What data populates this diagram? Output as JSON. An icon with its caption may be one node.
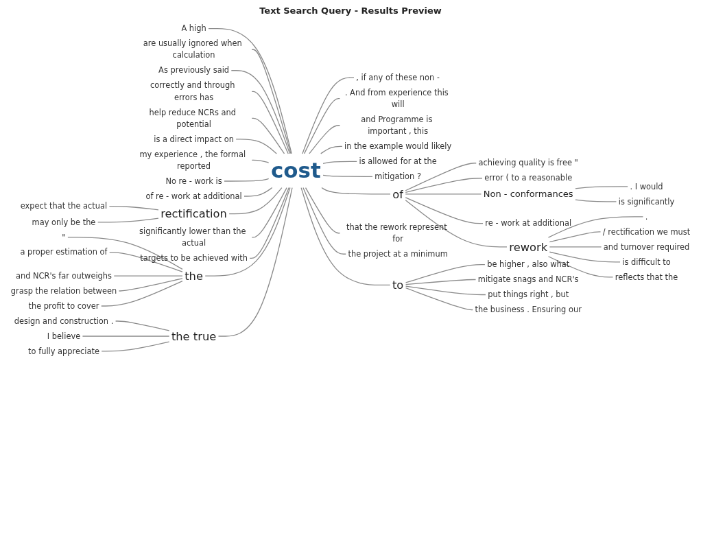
{
  "diagram": {
    "title": "Text Search Query - Results Preview",
    "nodes": [
      {
        "text": [
          "A high"
        ]
      },
      {
        "text": [
          "are usually ignored when calculation"
        ]
      },
      {
        "text": [
          "As previously said"
        ]
      },
      {
        "text": [
          "correctly and through errors has"
        ]
      },
      {
        "text": [
          "help reduce NCRs and potential"
        ]
      },
      {
        "text": [
          "is a direct impact on"
        ]
      },
      {
        "text": [
          "my experience , the formal reported"
        ]
      },
      {
        "text": [
          "No re - work is"
        ]
      },
      {
        "text": [
          "of re - work at additional"
        ]
      },
      {
        "text": [
          "expect that the actual"
        ]
      },
      {
        "text": [
          "may only be the"
        ]
      },
      {
        "text": [
          "rectification"
        ]
      },
      {
        "text": [
          "significantly lower than the actual"
        ]
      },
      {
        "text": [
          "targets to be achieved with"
        ]
      },
      {
        "text": [
          "\""
        ]
      },
      {
        "text": [
          "a proper estimation of"
        ]
      },
      {
        "text": [
          "and NCR's far outweighs"
        ]
      },
      {
        "text": [
          "grasp the relation between"
        ]
      },
      {
        "text": [
          "the profit to cover"
        ]
      },
      {
        "text": [
          "the"
        ]
      },
      {
        "text": [
          "design and construction ."
        ]
      },
      {
        "text": [
          "I believe"
        ]
      },
      {
        "text": [
          "to fully appreciate"
        ]
      },
      {
        "text": [
          "the true"
        ]
      },
      {
        "text": [
          "cost"
        ]
      },
      {
        "text": [
          ", if any of these non -"
        ]
      },
      {
        "text": [
          ". And from experience this will"
        ]
      },
      {
        "text": [
          "and Programme is important , this"
        ]
      },
      {
        "text": [
          "in the example would likely"
        ]
      },
      {
        "text": [
          "is allowed for at the"
        ]
      },
      {
        "text": [
          "mitigation ?"
        ]
      },
      {
        "text": [
          "of"
        ]
      },
      {
        "text": [
          "achieving quality is free \""
        ]
      },
      {
        "text": [
          "error ( to a reasonable"
        ]
      },
      {
        "text": [
          "Non - conformances"
        ]
      },
      {
        "text": [
          ". I would"
        ]
      },
      {
        "text": [
          "is significantly"
        ]
      },
      {
        "text": [
          "re - work at additional"
        ]
      },
      {
        "text": [
          "rework"
        ]
      },
      {
        "text": [
          "."
        ]
      },
      {
        "text": [
          "/ rectification we must"
        ]
      },
      {
        "text": [
          "and turnover required"
        ]
      },
      {
        "text": [
          "is difficult to"
        ]
      },
      {
        "text": [
          "reflects that the"
        ]
      },
      {
        "text": [
          "that the rework represent for"
        ]
      },
      {
        "text": [
          "the project at a minimum"
        ]
      },
      {
        "text": [
          "to"
        ]
      },
      {
        "text": [
          "be higher , also what"
        ]
      },
      {
        "text": [
          "mitigate snags and NCR's"
        ]
      },
      {
        "text": [
          "put things right , but"
        ]
      },
      {
        "text": [
          "the business . Ensuring our"
        ]
      }
    ],
    "edges": [
      {
        "from": 0,
        "to": 24,
        "arrow": "none"
      },
      {
        "from": 1,
        "to": 24,
        "arrow": "none"
      },
      {
        "from": 2,
        "to": 24,
        "arrow": "none"
      },
      {
        "from": 3,
        "to": 24,
        "arrow": "none"
      },
      {
        "from": 4,
        "to": 24,
        "arrow": "none"
      },
      {
        "from": 5,
        "to": 24,
        "arrow": "none"
      },
      {
        "from": 6,
        "to": 24,
        "arrow": "none"
      },
      {
        "from": 7,
        "to": 24,
        "arrow": "none"
      },
      {
        "from": 8,
        "to": 24,
        "arrow": "none"
      },
      {
        "from": 9,
        "to": 11,
        "arrow": "none"
      },
      {
        "from": 10,
        "to": 11,
        "arrow": "none"
      },
      {
        "from": 11,
        "to": 24,
        "arrow": "none"
      },
      {
        "from": 12,
        "to": 24,
        "arrow": "none"
      },
      {
        "from": 13,
        "to": 24,
        "arrow": "none"
      },
      {
        "from": 14,
        "to": 19,
        "arrow": "none"
      },
      {
        "from": 15,
        "to": 19,
        "arrow": "none"
      },
      {
        "from": 16,
        "to": 19,
        "arrow": "none"
      },
      {
        "from": 17,
        "to": 19,
        "arrow": "none"
      },
      {
        "from": 18,
        "to": 19,
        "arrow": "none"
      },
      {
        "from": 19,
        "to": 24,
        "arrow": "none"
      },
      {
        "from": 20,
        "to": 23,
        "arrow": "none"
      },
      {
        "from": 21,
        "to": 23,
        "arrow": "none"
      },
      {
        "from": 22,
        "to": 23,
        "arrow": "none"
      },
      {
        "from": 23,
        "to": 24,
        "arrow": "none"
      },
      {
        "from": 24,
        "to": 25,
        "arrow": "none"
      },
      {
        "from": 24,
        "to": 26,
        "arrow": "none"
      },
      {
        "from": 24,
        "to": 27,
        "arrow": "none"
      },
      {
        "from": 24,
        "to": 28,
        "arrow": "none"
      },
      {
        "from": 24,
        "to": 29,
        "arrow": "none"
      },
      {
        "from": 24,
        "to": 30,
        "arrow": "none"
      },
      {
        "from": 24,
        "to": 31,
        "arrow": "none"
      },
      {
        "from": 31,
        "to": 32,
        "arrow": "none"
      },
      {
        "from": 31,
        "to": 33,
        "arrow": "none"
      },
      {
        "from": 31,
        "to": 34,
        "arrow": "none"
      },
      {
        "from": 34,
        "to": 35,
        "arrow": "none"
      },
      {
        "from": 34,
        "to": 36,
        "arrow": "none"
      },
      {
        "from": 31,
        "to": 37,
        "arrow": "none"
      },
      {
        "from": 31,
        "to": 38,
        "arrow": "none"
      },
      {
        "from": 38,
        "to": 39,
        "arrow": "none"
      },
      {
        "from": 38,
        "to": 40,
        "arrow": "none"
      },
      {
        "from": 38,
        "to": 41,
        "arrow": "none"
      },
      {
        "from": 38,
        "to": 42,
        "arrow": "none"
      },
      {
        "from": 38,
        "to": 43,
        "arrow": "none"
      },
      {
        "from": 24,
        "to": 44,
        "arrow": "none"
      },
      {
        "from": 24,
        "to": 45,
        "arrow": "none"
      },
      {
        "from": 24,
        "to": 46,
        "arrow": "none"
      },
      {
        "from": 46,
        "to": 47,
        "arrow": "none"
      },
      {
        "from": 46,
        "to": 48,
        "arrow": "none"
      },
      {
        "from": 46,
        "to": 49,
        "arrow": "none"
      },
      {
        "from": 46,
        "to": 50,
        "arrow": "none"
      }
    ]
  }
}
